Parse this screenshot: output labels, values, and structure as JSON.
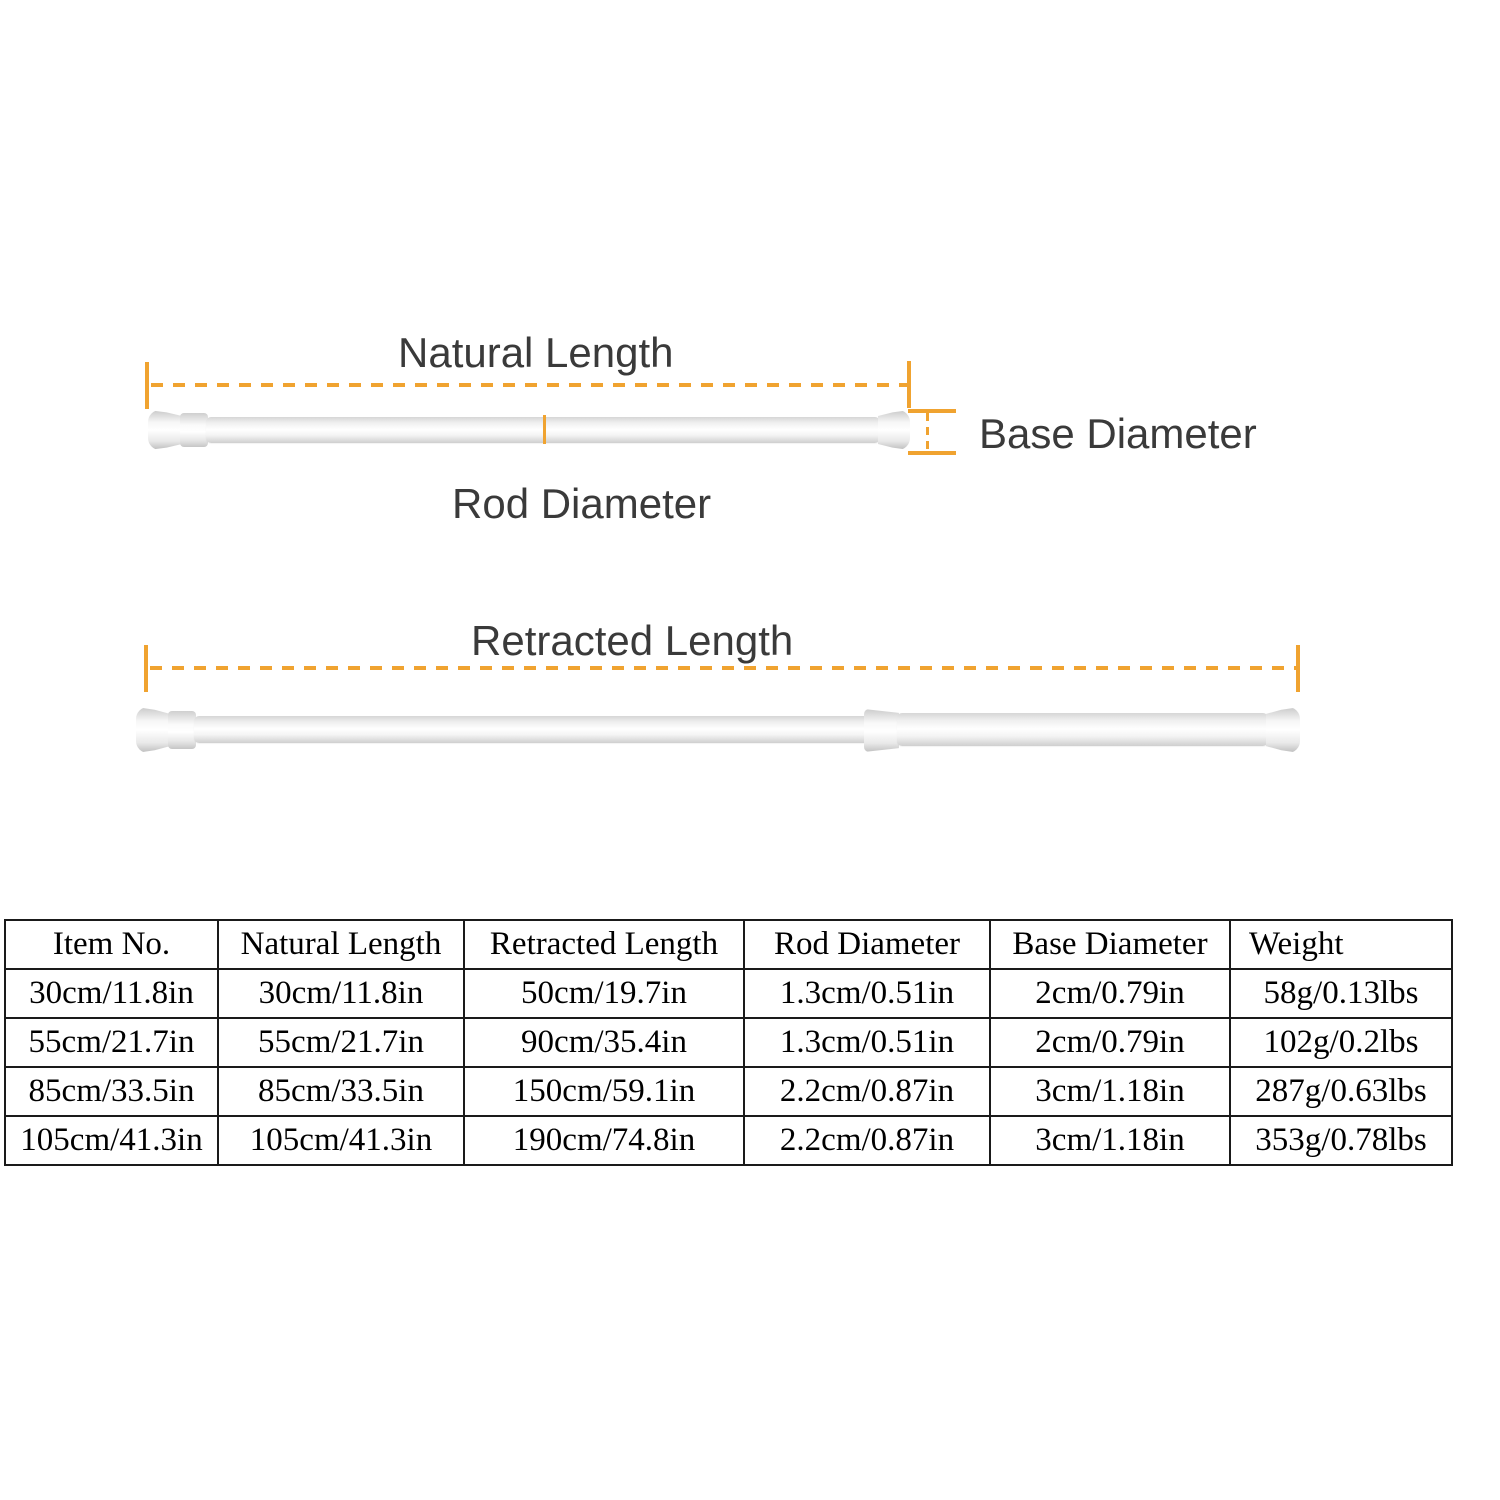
{
  "diagram": {
    "natural_length_label": "Natural Length",
    "rod_diameter_label": "Rod Diameter",
    "base_diameter_label": "Base Diameter",
    "retracted_length_label": "Retracted Length"
  },
  "colors": {
    "accent_orange": "#F0A330",
    "label_gray": "#3A3A3A",
    "table_border": "#1A1A1A"
  },
  "table": {
    "headers": [
      "Item No.",
      "Natural Length",
      "Retracted Length",
      "Rod Diameter",
      "Base Diameter",
      "Weight"
    ],
    "rows": [
      [
        "30cm/11.8in",
        "30cm/11.8in",
        "50cm/19.7in",
        "1.3cm/0.51in",
        "2cm/0.79in",
        "58g/0.13lbs"
      ],
      [
        "55cm/21.7in",
        "55cm/21.7in",
        "90cm/35.4in",
        "1.3cm/0.51in",
        "2cm/0.79in",
        "102g/0.2lbs"
      ],
      [
        "85cm/33.5in",
        "85cm/33.5in",
        "150cm/59.1in",
        "2.2cm/0.87in",
        "3cm/1.18in",
        "287g/0.63lbs"
      ],
      [
        "105cm/41.3in",
        "105cm/41.3in",
        "190cm/74.8in",
        "2.2cm/0.87in",
        "3cm/1.18in",
        "353g/0.78lbs"
      ]
    ]
  }
}
